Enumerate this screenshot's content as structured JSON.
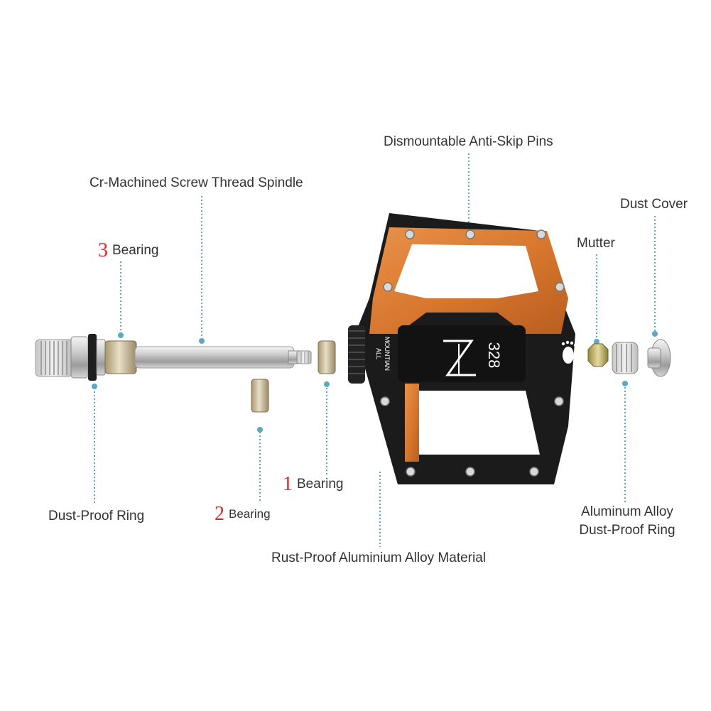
{
  "labels": {
    "anti_skip_pins": "Dismountable Anti-Skip Pins",
    "spindle": "Cr-Machined Screw Thread Spindle",
    "dust_cover": "Dust Cover",
    "mutter": "Mutter",
    "bearing_3": {
      "num": "3",
      "text": "Bearing"
    },
    "bearing_1": {
      "num": "1",
      "text": "Bearing"
    },
    "bearing_2": {
      "num": "2",
      "text": "Bearing"
    },
    "dust_proof_ring": "Dust-Proof Ring",
    "alu_ring_line1": "Aluminum Alloy",
    "alu_ring_line2": "Dust-Proof Ring",
    "rust_proof": "Rust-Proof Aluminium Alloy Material"
  },
  "pedal_print": {
    "model": "328",
    "series_line1": "ALL",
    "series_line2": "MOUNTIAN"
  },
  "colors": {
    "leader": "#5aa9c4",
    "number": "#d8282b",
    "pedal_orange": "#d9782f",
    "pedal_black": "#1b1b1b"
  }
}
